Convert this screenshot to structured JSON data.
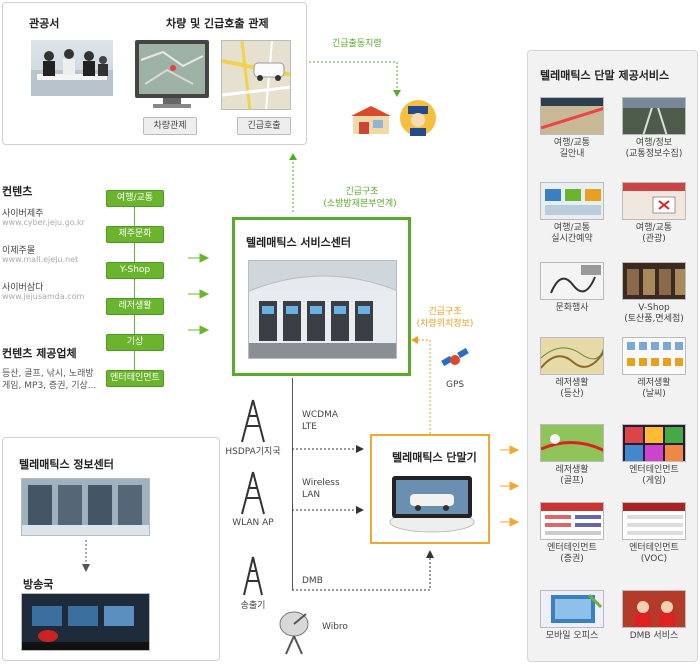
{
  "top_panel": {
    "gov_title": "관공서",
    "control_title": "차량 및 긴급호출 관제",
    "vehicle_control_btn": "차량관제",
    "emergency_call_btn": "긴급호출"
  },
  "emergency_dispatch_label": "긴급출동지령",
  "contents": {
    "title": "컨텐츠",
    "sites": [
      {
        "name": "사이버제주",
        "url": "www.cyber.jeju.go.kr"
      },
      {
        "name": "이제주몰",
        "url": "www.mall.ejeju.net"
      },
      {
        "name": "사이버삼다",
        "url": "www.jejusamda.com"
      }
    ],
    "providers_title": "컨텐츠 제공업체",
    "providers_line1": "등산, 골프, 낚시, 노래방",
    "providers_line2": "게임, MP3, 증권, 기상..."
  },
  "categories": [
    "여행/교통",
    "제주문화",
    "Y-Shop",
    "레저생활",
    "기상",
    "엔터테인먼트"
  ],
  "service_center": {
    "title": "텔레매틱스 서비스센터",
    "rescue_label_1": "긴급구조",
    "rescue_label_2": "(소방방재본부연계)",
    "rescue_label2_1": "긴급구조",
    "rescue_label2_2": "(차량위치정보)"
  },
  "gps_label": "GPS",
  "networks": {
    "hsdpa": "HSDPA기지국",
    "wlan_ap": "WLAN AP",
    "transmitter": "송출기",
    "wibro": "Wibro",
    "wcdma_1": "WCDMA",
    "wcdma_2": "LTE",
    "wireless_1": "Wireless",
    "wireless_2": "LAN",
    "dmb": "DMB"
  },
  "terminal": {
    "title": "텔레매틱스 단말기"
  },
  "info_center": {
    "title": "텔레매틱스 정보센터",
    "broadcast": "방송국"
  },
  "services": {
    "title": "텔레매틱스 단말 제공서비스",
    "items": [
      {
        "l1": "여행/교통",
        "l2": "길안내"
      },
      {
        "l1": "여행/정보",
        "l2": "(교통정보수집)"
      },
      {
        "l1": "여행/교통",
        "l2": "실시간예약"
      },
      {
        "l1": "여행/교통",
        "l2": "(관광)"
      },
      {
        "l1": "문화행사",
        "l2": ""
      },
      {
        "l1": "V-Shop",
        "l2": "(토산품,면세점)"
      },
      {
        "l1": "레저생활",
        "l2": "(등산)"
      },
      {
        "l1": "레저생활",
        "l2": "(날씨)"
      },
      {
        "l1": "레저생활",
        "l2": "(골프)"
      },
      {
        "l1": "엔터테인먼트",
        "l2": "(게임)"
      },
      {
        "l1": "엔터테인먼트",
        "l2": "(증권)"
      },
      {
        "l1": "엔터테인먼트",
        "l2": "(VOC)"
      },
      {
        "l1": "모바일 오피스",
        "l2": ""
      },
      {
        "l1": "DMB 서비스",
        "l2": ""
      }
    ]
  },
  "colors": {
    "green": "#6ab42e",
    "orange": "#e8a020",
    "service_border": "#5aaa2a",
    "terminal_border": "#f0a830"
  }
}
